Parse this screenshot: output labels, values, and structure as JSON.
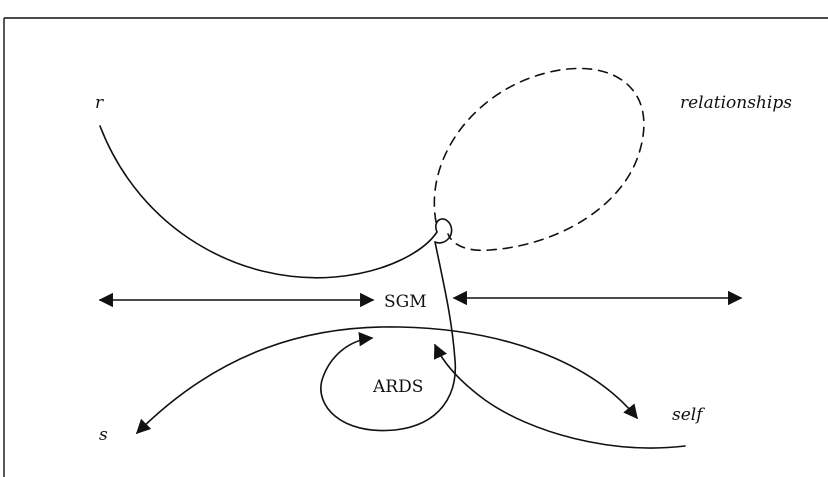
{
  "labels": {
    "r": "r",
    "relationships": "relationships",
    "sgm": "SGM",
    "ards": "ARDS",
    "s": "s",
    "self": "self"
  },
  "colors": {
    "ink": "#111111",
    "background": "#ffffff"
  }
}
